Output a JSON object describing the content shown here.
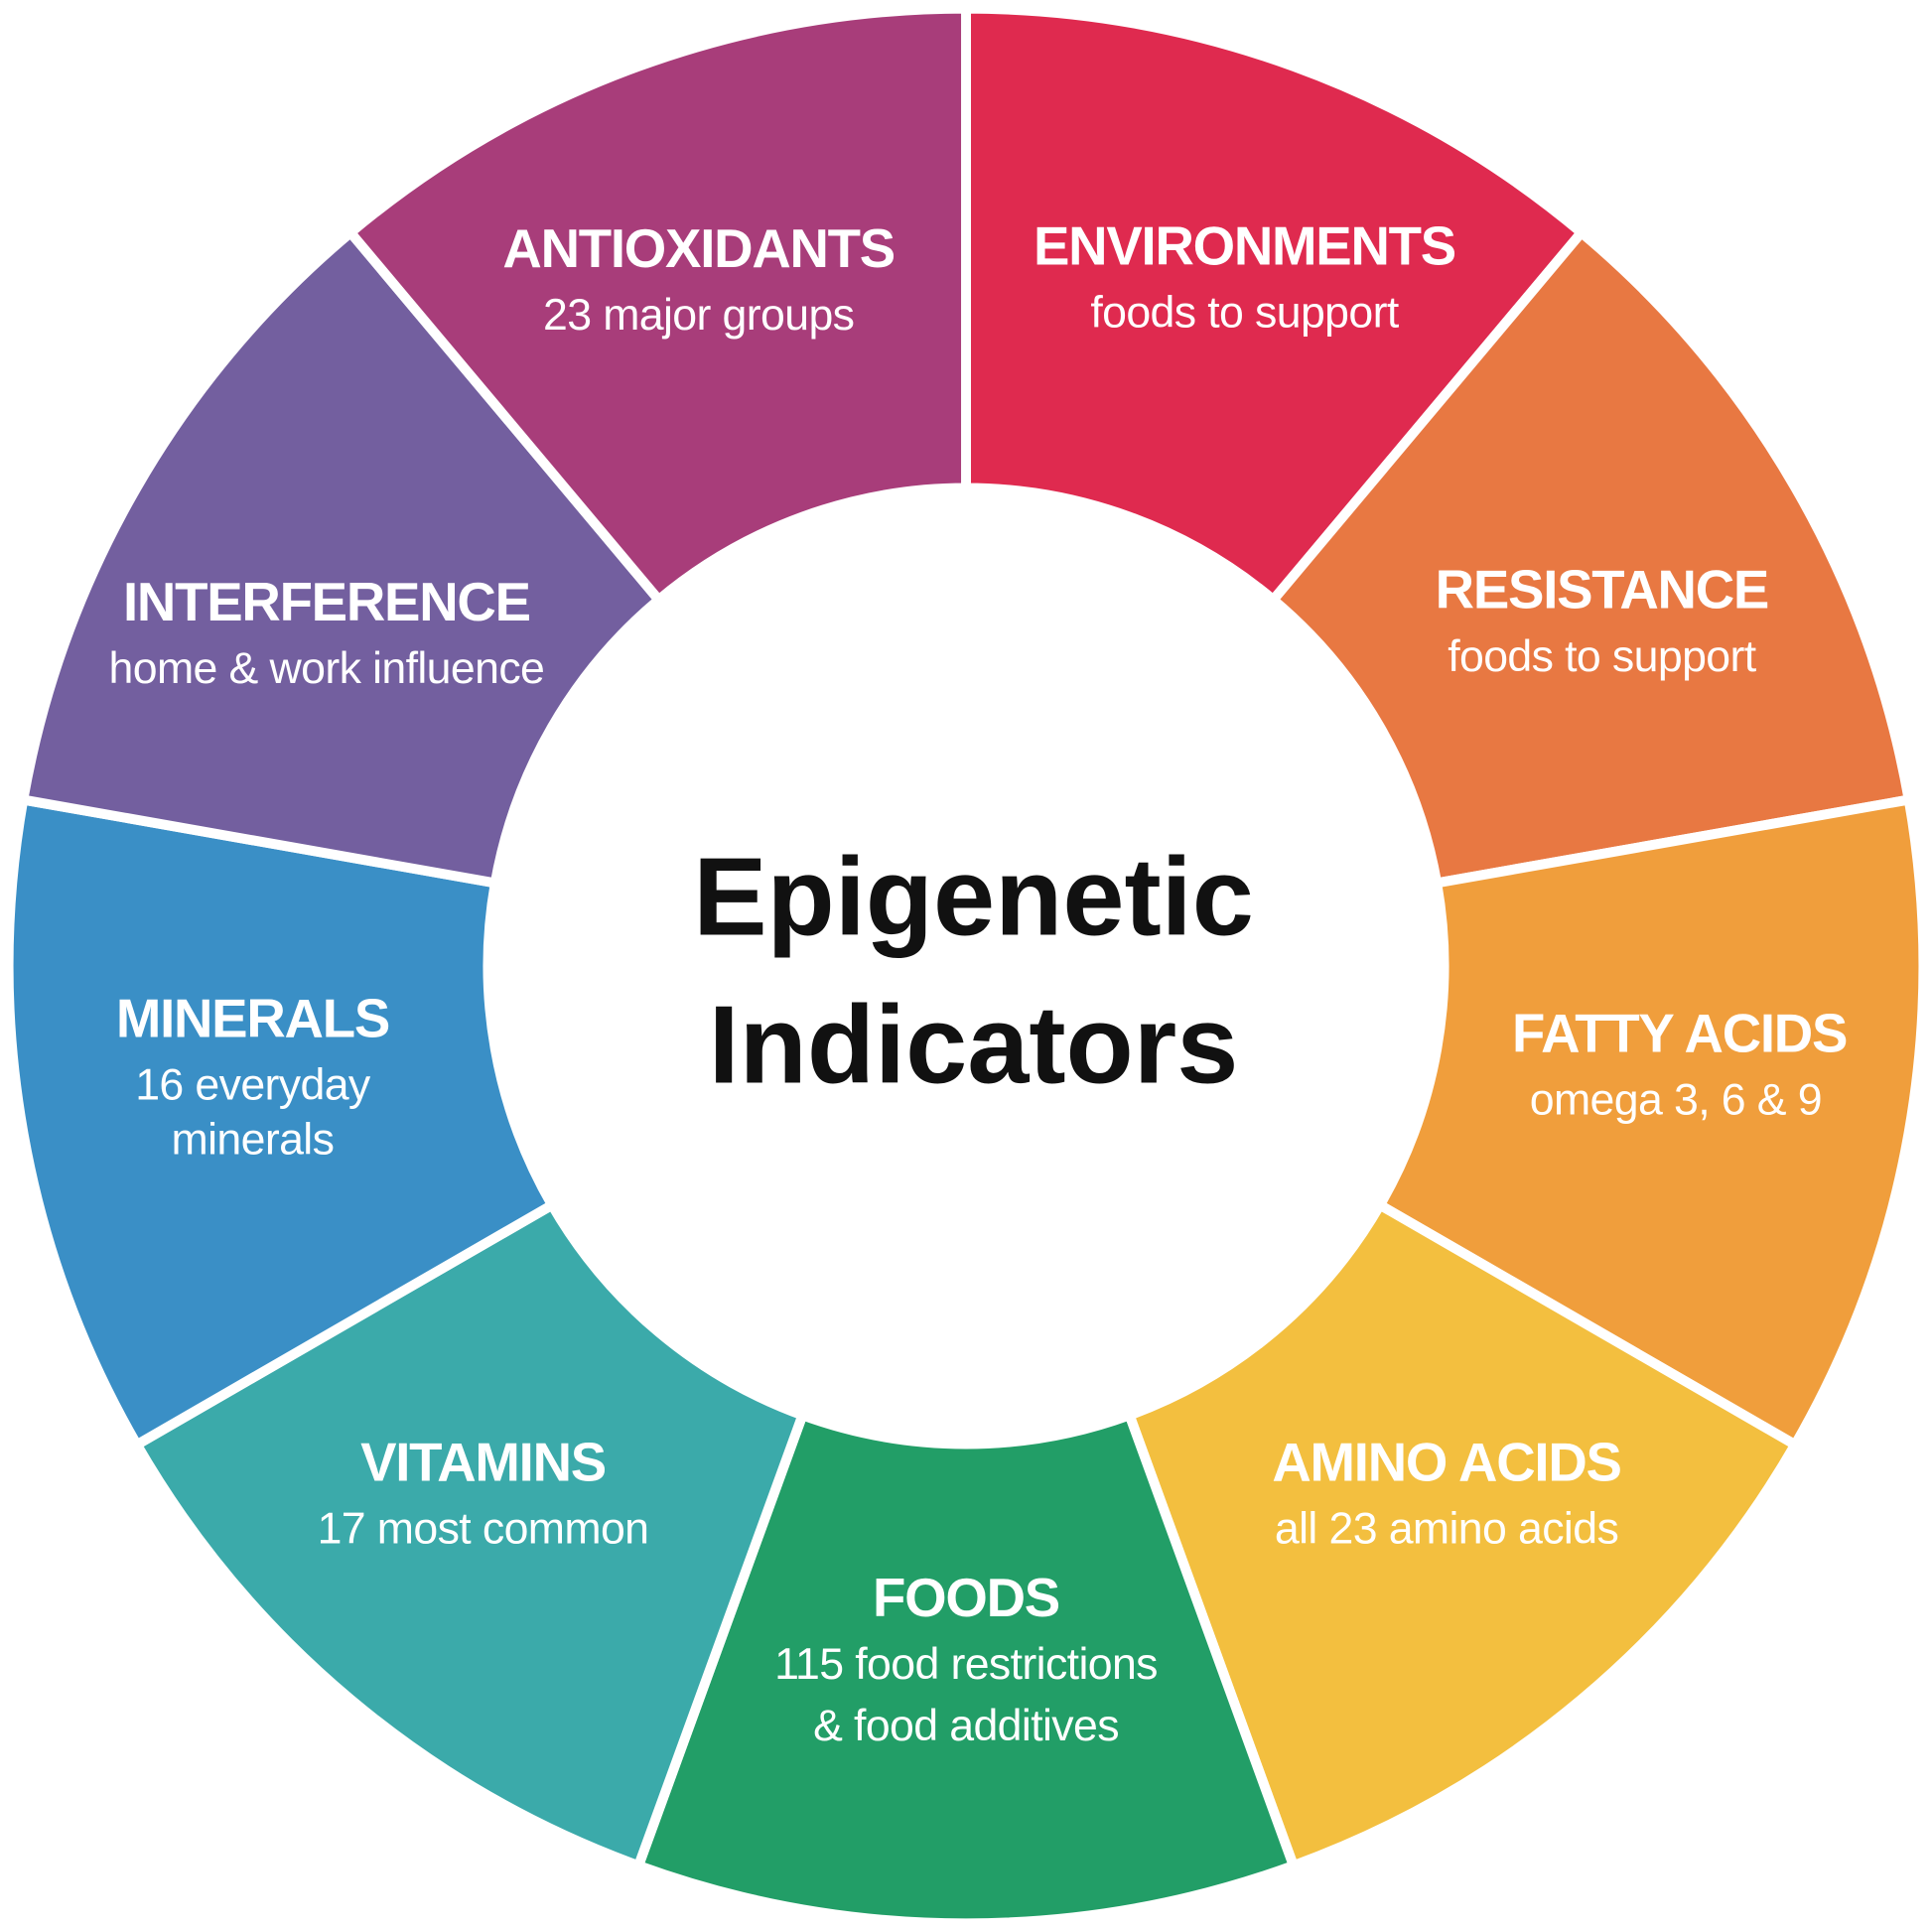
{
  "center": {
    "line1": "Epigenetic",
    "line2": "Indicators"
  },
  "segments": [
    {
      "title": "ENVIRONMENTS",
      "lines": [
        "foods to support"
      ],
      "color": "#DF2A4F"
    },
    {
      "title": "RESISTANCE",
      "lines": [
        "foods to support"
      ],
      "color": "#E87842"
    },
    {
      "title": "FATTY ACIDS",
      "lines": [
        "omega 3, 6 & 9"
      ],
      "color": "#F09E3C"
    },
    {
      "title": "AMINO ACIDS",
      "lines": [
        "all 23 amino acids"
      ],
      "color": "#F3BF3F"
    },
    {
      "title": "FOODS",
      "lines": [
        "115 food restrictions",
        "& food additives"
      ],
      "color": "#229E67"
    },
    {
      "title": "VITAMINS",
      "lines": [
        "17 most common"
      ],
      "color": "#3BAAAA"
    },
    {
      "title": "MINERALS",
      "lines": [
        "16 everyday",
        "minerals"
      ],
      "color": "#3A8FC6"
    },
    {
      "title": "INTERFERENCE",
      "lines": [
        "home & work influence"
      ],
      "color": "#735F9F"
    },
    {
      "title": "ANTIOXIDANTS",
      "lines": [
        "23 major groups"
      ],
      "color": "#A83D7A"
    }
  ]
}
